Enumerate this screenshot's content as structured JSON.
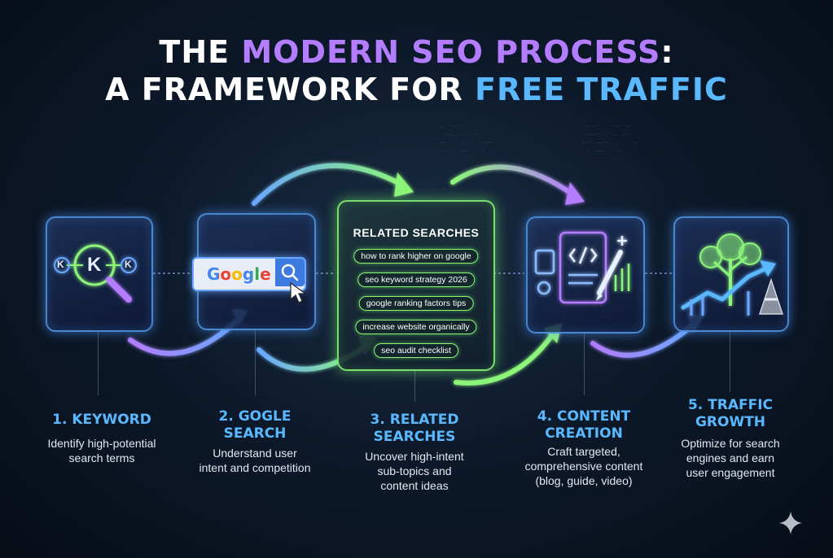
{
  "title": {
    "line1_a": "THE ",
    "line1_b": "MODERN SEO PROCESS",
    "line1_c": ":",
    "line2_a": "A FRAMEWORK FOR ",
    "line2_b": "FREE TRAFFIC"
  },
  "steps": [
    {
      "title_1": "1. KEYWORD",
      "title_2": "",
      "desc": [
        "Identify high-potential",
        "search terms"
      ]
    },
    {
      "title_1": "2. GOGLE",
      "title_2": "SEARCH",
      "desc": [
        "Understand user",
        "intent and competition"
      ]
    },
    {
      "title_1": "3. RELATED",
      "title_2": "SEARCHES",
      "desc": [
        "Uncover high-intent",
        "sub-topics and",
        "content ideas"
      ]
    },
    {
      "title_1": "4. CONTENT",
      "title_2": "CREATION",
      "desc": [
        "Craft targeted,",
        "comprehensive content",
        "(blog, guide, video)"
      ]
    },
    {
      "title_1": "5. TRAFFIC",
      "title_2": "GROWTH",
      "desc": [
        "Optimize for search",
        "engines and earn",
        "user engagement"
      ]
    }
  ],
  "keyword_icon": {
    "left": "K",
    "center": "K",
    "right": "K"
  },
  "google_search": {
    "logo_text": "Google"
  },
  "related_searches": {
    "heading": "RELATED SEARCHES",
    "items": [
      "how to rank higher on google",
      "seo keyword strategy 2026",
      "google ranking factors tips",
      "increase website organically",
      "seo audit checklist"
    ]
  },
  "icons": [
    "magnifier-icon",
    "search-icon",
    "cursor-icon",
    "code-document-icon",
    "pen-icon",
    "tree-growth-icon",
    "traffic-cone-icon",
    "sparkle-icon"
  ],
  "colors": {
    "purple": "#b47cff",
    "blue": "#5ab8ff",
    "green": "#8cf57a",
    "background": "#0d1a2b"
  }
}
